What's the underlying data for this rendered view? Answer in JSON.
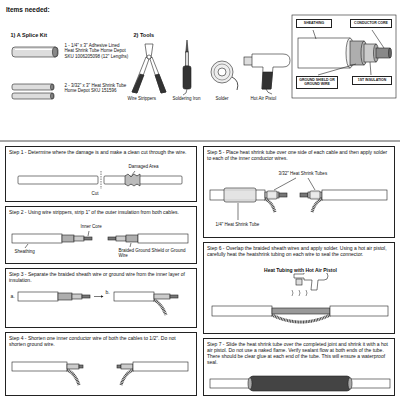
{
  "diagram": {
    "title": "Items needed:",
    "nodes": [
      {
        "text": [
          "SHEATHING"
        ]
      },
      {
        "text": [
          "CONDUCTOR CORE"
        ]
      },
      {
        "text": [
          "GROUND SHIELD OR GROUND WIRE"
        ]
      },
      {
        "text": [
          "1ST INSULATION"
        ]
      },
      {
        "text": [
          "Step 1 - Determine where the damage is and make a clean cut through the wire."
        ]
      },
      {
        "text": [
          "Step 2 - Using wire strippers, strip 1\" of the outer insulation from both cables."
        ]
      },
      {
        "text": [
          "Step 3 - Separate the braided sheath wire or ground wire from the inner layer of insulation."
        ]
      },
      {
        "text": [
          "Step 4 - Shorten one inner conductor wire of both the cables to 1/2\". Do not shorten ground wire."
        ]
      },
      {
        "text": [
          "Step 5 - Place heat shrink tube over one side of each cable and then apply solder to each of the inner conductor wires."
        ]
      },
      {
        "text": [
          "Step 6 - Overlap the braided sheath wires and apply solder. Using a hot air pistol, carefully heat the heatshrink tubing on each wire to seal the connector."
        ]
      },
      {
        "text": [
          "Step 7 - Slide the heat shrink tube over the completed joint and shrink it with a hot air pistol. Do not use a naked flame. Verify sealant flow at both ends of the tube. There should be clear glue at each end of the tube. This will ensure a waterproof seal."
        ]
      }
    ],
    "labels": [
      "1) A Splice Kit",
      "1 - 1/4\" x 3\" Adhesive Lined Heat Shrink Tube Home Depot SKU 1006205098 (12\" Lengths)",
      "2 - 3/32\" x 3\" Heat Shrink Tube Home Depot SKU 151596",
      "2) Tools",
      "Wire Strippers",
      "Soldering Iron",
      "Solder",
      "Hot Air Pistol",
      "Damaged Area",
      "Cut",
      "Inner Core",
      "Sheathing",
      "Braided Ground Shield or Ground Wire",
      "a.",
      "b.",
      "3/32\" Heat Shrink Tubes",
      "1/4\" Heat Shrink Tube",
      "Heat Tubing with Hot Air Pistol"
    ]
  }
}
